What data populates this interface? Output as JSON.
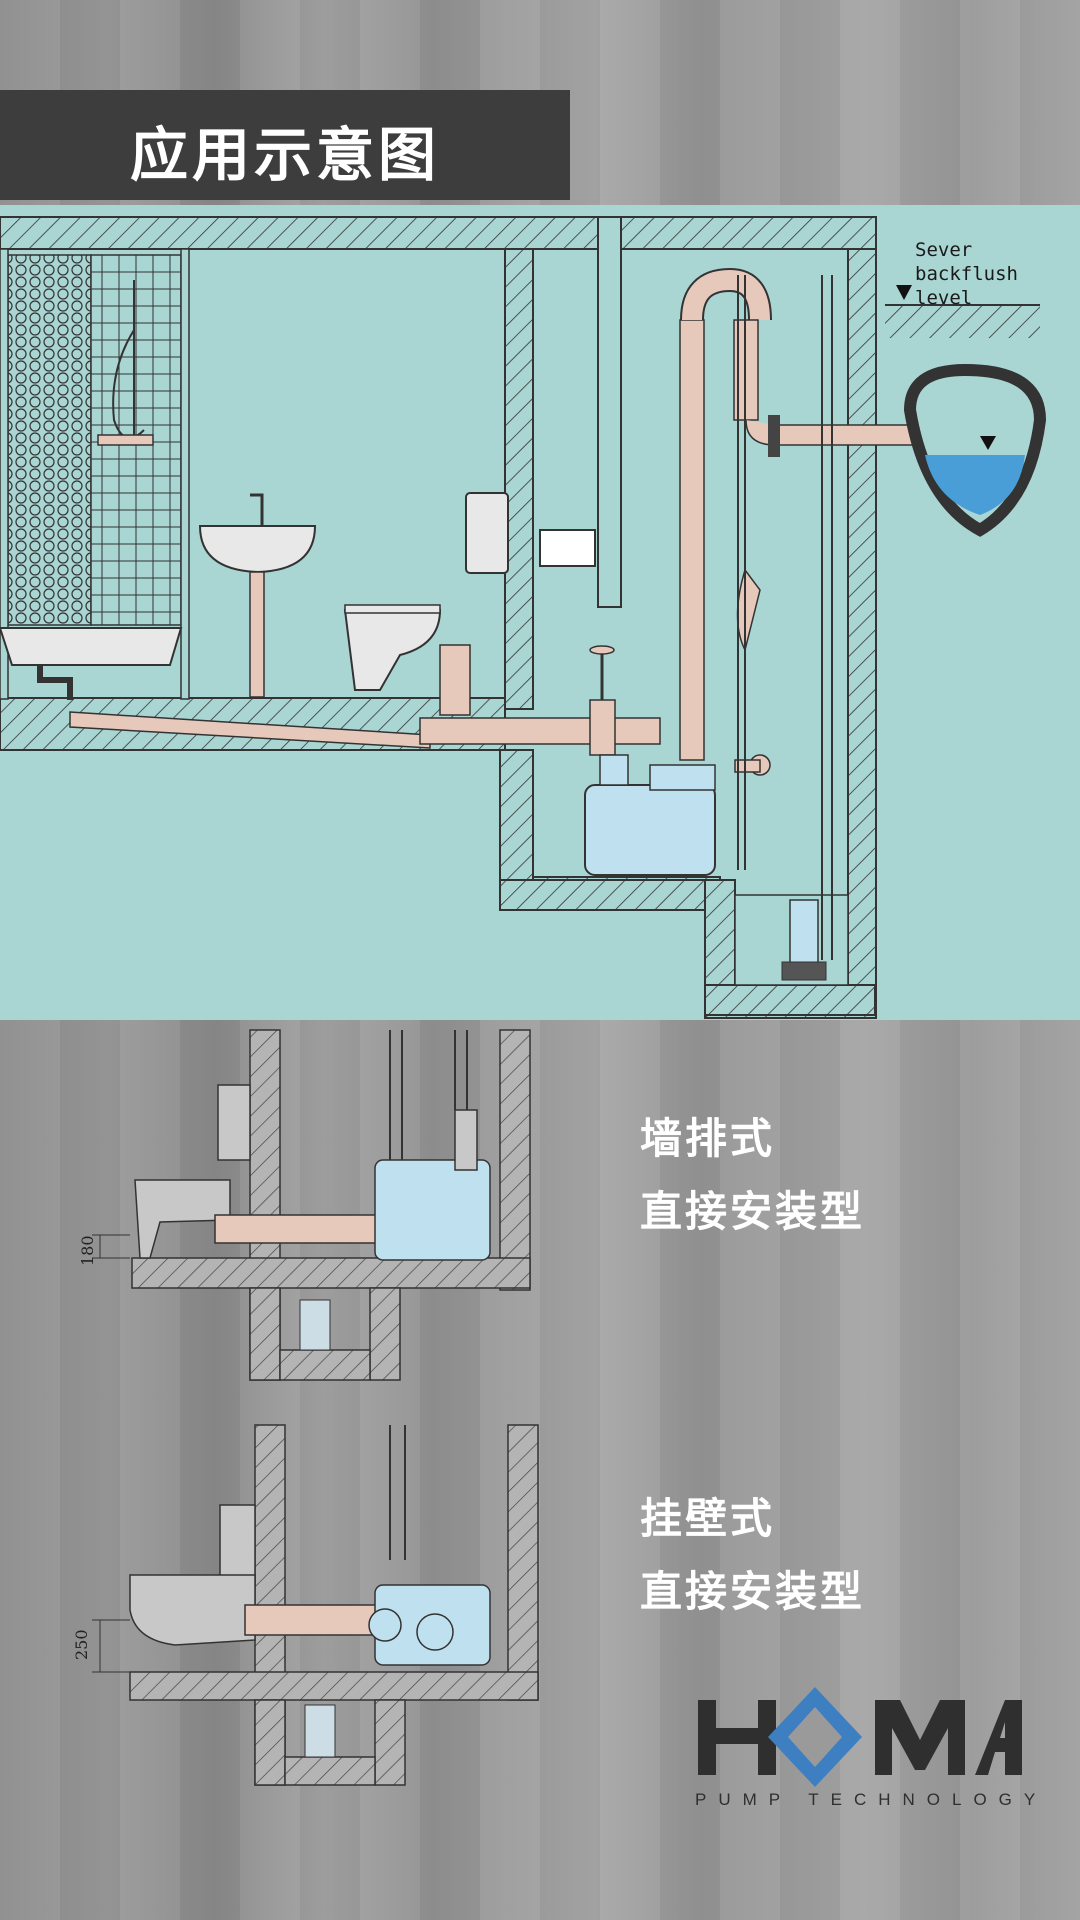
{
  "title": "应用示意图",
  "sewer_label_line1": "Sever",
  "sewer_label_line2": "backflush level",
  "installation_1": {
    "line1": "墙排式",
    "line2": "直接安装型",
    "height_dimension": "180"
  },
  "installation_2": {
    "line1": "挂壁式",
    "line2": "直接安装型",
    "height_dimension": "250"
  },
  "brand": {
    "name": "HOMA",
    "tagline": "PUMP TECHNOLOGY",
    "accent_color": "#3d7fc1"
  },
  "colors": {
    "diagram_background": "#a9d5d3",
    "title_bar": "#3d3d3d",
    "unit_blue": "#bfe0ee",
    "pipe": "#e6c9bb",
    "water": "#4a9ed8"
  }
}
